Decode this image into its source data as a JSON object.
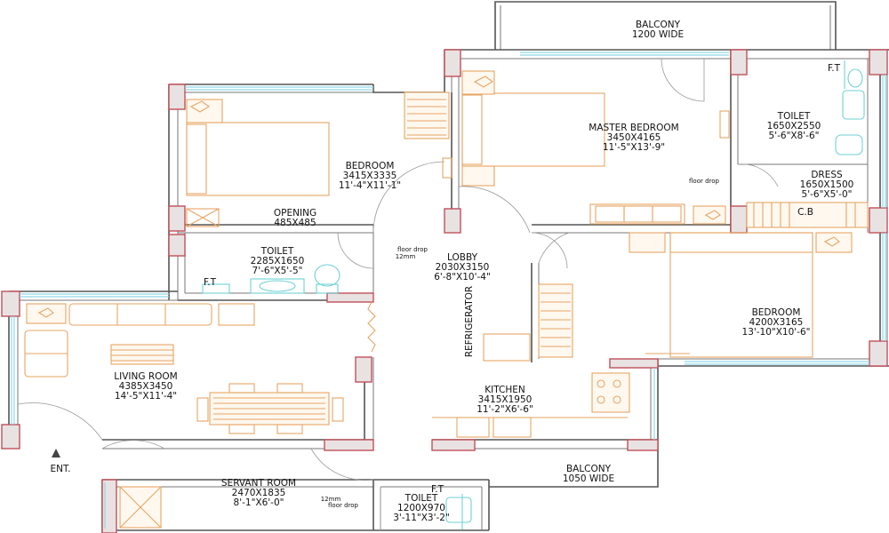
{
  "rooms": {
    "balcony_top": {
      "name": "BALCONY",
      "size": "1200 WIDE"
    },
    "master_bedroom": {
      "name": "MASTER BEDROOM",
      "size": "3450X4165",
      "imperial": "11'-5\"X13'-9\""
    },
    "toilet_master": {
      "name": "TOILET",
      "size": "1650X2550",
      "imperial": "5'-6\"X8'-6\""
    },
    "dress": {
      "name": "DRESS",
      "size": "1650X1500",
      "imperial": "5'-6\"X5'-0\""
    },
    "bedroom_left": {
      "name": "BEDROOM",
      "size": "3415X3335",
      "imperial": "11'-4\"X11'-1\""
    },
    "opening": {
      "name": "OPENING",
      "size": "485X485"
    },
    "toilet_left": {
      "name": "TOILET",
      "size": "2285X1650",
      "imperial": "7'-6\"X5'-5\""
    },
    "lobby": {
      "name": "LOBBY",
      "size": "2030X3150",
      "imperial": "6'-8\"X10'-4\""
    },
    "bedroom_right": {
      "name": "BEDROOM",
      "size": "4200X3165",
      "imperial": "13'-10\"X10'-6\""
    },
    "living_room": {
      "name": "LIVING ROOM",
      "size": "4385X3450",
      "imperial": "14'-5\"X11'-4\""
    },
    "kitchen": {
      "name": "KITCHEN",
      "size": "3415X1950",
      "imperial": "11'-2\"X6'-6\""
    },
    "servant_room": {
      "name": "SERVANT ROOM",
      "size": "2470X1835",
      "imperial": "8'-1\"X6'-0\""
    },
    "toilet_servant": {
      "name": "TOILET",
      "size": "1200X970",
      "imperial": "3'-11\"X3'-2\""
    },
    "balcony_bottom": {
      "name": "BALCONY",
      "size": "1050 WIDE"
    }
  },
  "labels": {
    "ft_master": "F.T",
    "ft_left": "F.T",
    "ft_servant": "F.T",
    "cb": "C.B",
    "floor_drop_master": "floor drop",
    "floor_drop_lobby": "floor drop",
    "floor_drop_lobby_size": "12mm",
    "floor_drop_servant_size": "12mm",
    "floor_drop_servant": "floor drop",
    "refrigerator": "REFRIGERATOR",
    "entrance": "ENT."
  },
  "colors": {
    "wall": "#555555",
    "pier": "#c0505a",
    "window": "#8fd8e6",
    "furniture": "#e7a564",
    "sanitary": "#6fd2d4"
  }
}
